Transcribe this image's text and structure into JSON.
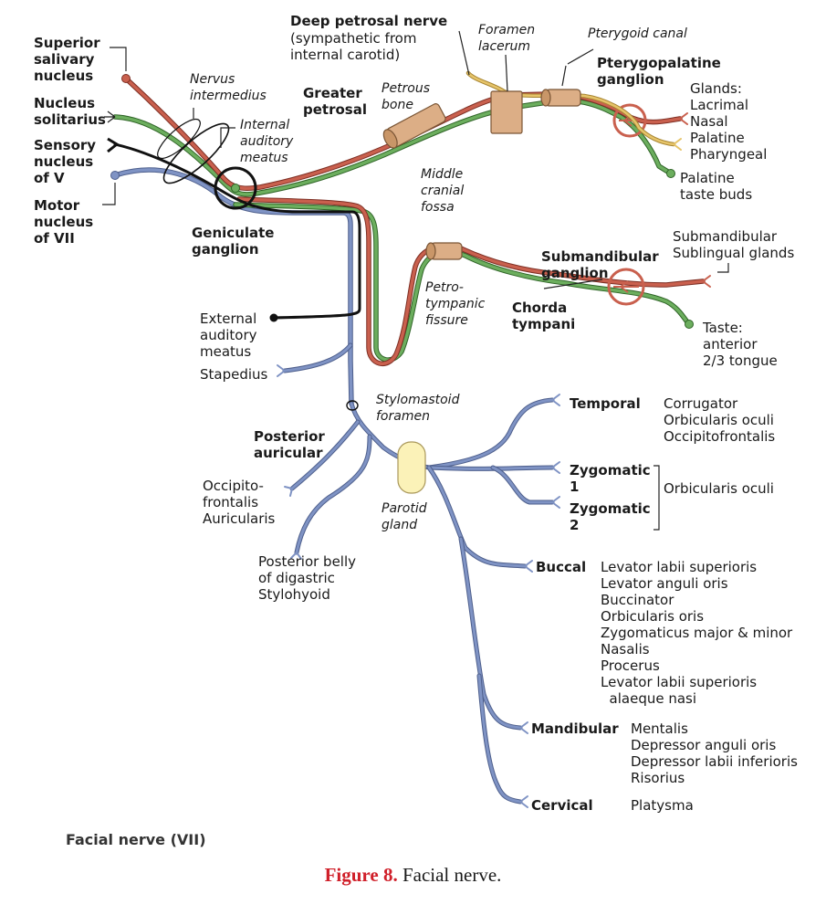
{
  "labels": {
    "superior_salivary_nucleus": "Superior\nsalivary\nnucleus",
    "nucleus_solitarius": "Nucleus\nsolitarius",
    "sensory_nucleus_v": "Sensory\nnucleus\nof V",
    "motor_nucleus_vii": "Motor\nnucleus\nof VII",
    "nervus_intermedius": "Nervus\nintermedius",
    "internal_auditory_meatus": "Internal\nauditory\nmeatus",
    "geniculate_ganglion": "Geniculate\nganglion",
    "deep_petrosal_nerve_title": "Deep petrosal nerve",
    "deep_petrosal_nerve_sub": "(sympathetic from\ninternal carotid)",
    "greater_petrosal": "Greater\npetrosal",
    "petrous_bone": "Petrous\nbone",
    "foramen_lacerum": "Foramen\nlacerum",
    "pterygoid_canal": "Pterygoid canal",
    "pterygopalatine_ganglion": "Pterygopalatine\nganglion",
    "glands": "Glands:\nLacrimal\nNasal\nPalatine\nPharyngeal",
    "palatine_taste_buds": "Palatine\ntaste buds",
    "middle_cranial_fossa": "Middle\ncranial\nfossa",
    "submandibular_sublingual": "Submandibular\nSublingual glands",
    "submandibular_ganglion": "Submandibular\nganglion",
    "petrotympanic_fissure": "Petro-\ntympanic\nfissure",
    "chorda_tympani": "Chorda\ntympani",
    "taste_anterior": "Taste:\nanterior\n2/3 tongue",
    "external_auditory_meatus": "External\nauditory\nmeatus",
    "stapedius": "Stapedius",
    "stylomastoid_foramen": "Stylomastoid\nforamen",
    "posterior_auricular": "Posterior\nauricular",
    "occipitofrontalis_auricularis": "Occipito-\nfrontalis\nAuricularis",
    "posterior_belly": "Posterior belly\nof digastric\nStylohyoid",
    "parotid_gland": "Parotid\ngland",
    "temporal": "Temporal",
    "temporal_muscles": "Corrugator\nOrbicularis oculi\nOccipitofrontalis",
    "zygomatic_1": "Zygomatic\n1",
    "zygomatic_2": "Zygomatic\n2",
    "orbicularis_oculi": "Orbicularis oculi",
    "buccal": "Buccal",
    "buccal_muscles": "Levator labii superioris\nLevator anguli oris\nBuccinator\nOrbicularis oris\nZygomaticus major & minor\nNasalis\nProcerus\nLevator labii superioris\n  alaeque nasi",
    "mandibular": "Mandibular",
    "mandibular_muscles": "Mentalis\nDepressor anguli oris\nDepressor labii inferioris\nRisorius",
    "cervical": "Cervical",
    "platysma": "Platysma",
    "figure_title": "Facial nerve (VII)"
  },
  "caption": {
    "figure_label": "Figure 8.",
    "text": " Facial nerve."
  },
  "colors": {
    "motor": "#7f93c4",
    "parasympathetic": "#c9604e",
    "taste": "#6cae5e",
    "sensory": "#111111",
    "sympathetic": "#e6c46a",
    "bone": "#dcae86",
    "parotid": "#fbf2b8",
    "caption_red": "#d0202a"
  }
}
